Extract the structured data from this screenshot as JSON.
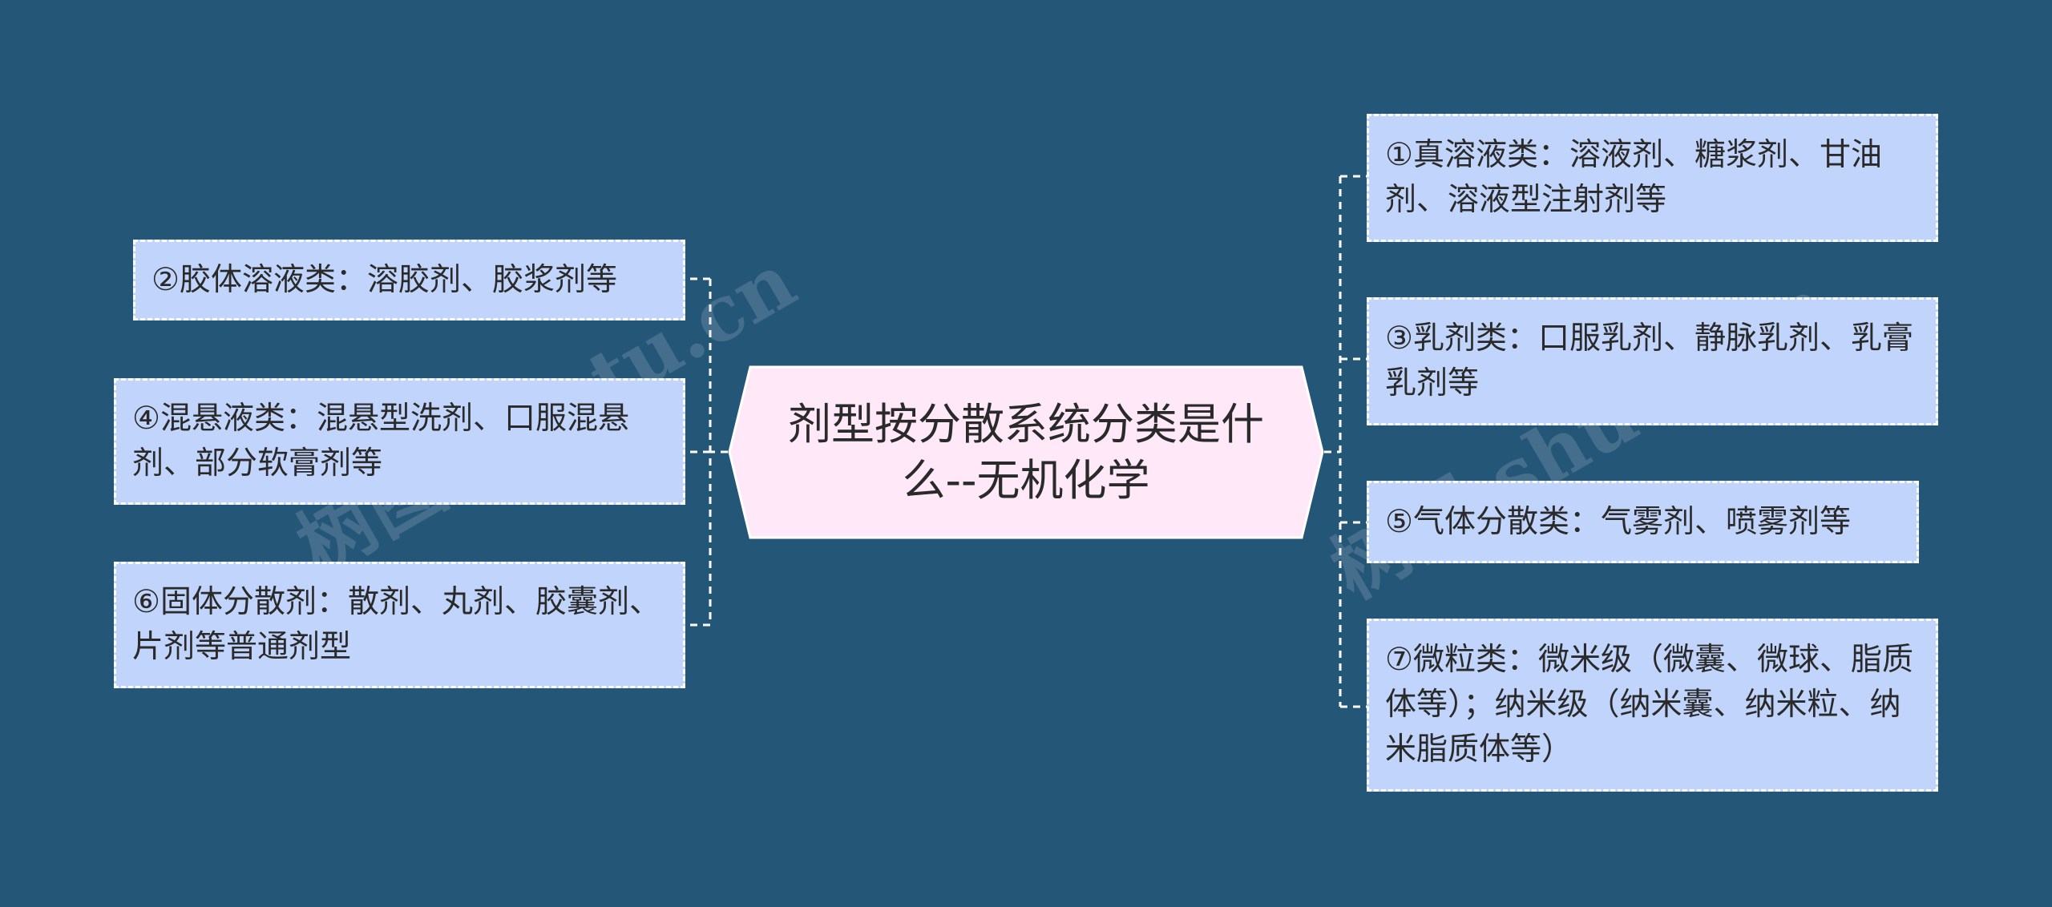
{
  "center": {
    "label": "剂型按分散系统分类是什么--无机化学"
  },
  "left_nodes": [
    {
      "label": "②胶体溶液类：溶胶剂、胶浆剂等"
    },
    {
      "label": "④混悬液类：混悬型洗剂、口服混悬剂、部分软膏剂等"
    },
    {
      "label": "⑥固体分散剂：散剂、丸剂、胶囊剂、片剂等普通剂型"
    }
  ],
  "right_nodes": [
    {
      "label": "①真溶液类：溶液剂、糖浆剂、甘油剂、溶液型注射剂等"
    },
    {
      "label": "③乳剂类：口服乳剂、静脉乳剂、乳膏乳剂等"
    },
    {
      "label": "⑤气体分散类：气雾剂、喷雾剂等"
    },
    {
      "label": "⑦微粒类：微米级（微囊、微球、脂质体等）；纳米级（纳米囊、纳米粒、纳米脂质体等）"
    }
  ],
  "watermarks": [
    "树图 shutu.cn",
    "树图 shutu.cn"
  ],
  "colors": {
    "background": "#245678",
    "node_fill": "#c1d4fb",
    "node_border": "#ffffff",
    "center_fill": "#ffe9f8",
    "connector": "#ffffff"
  }
}
